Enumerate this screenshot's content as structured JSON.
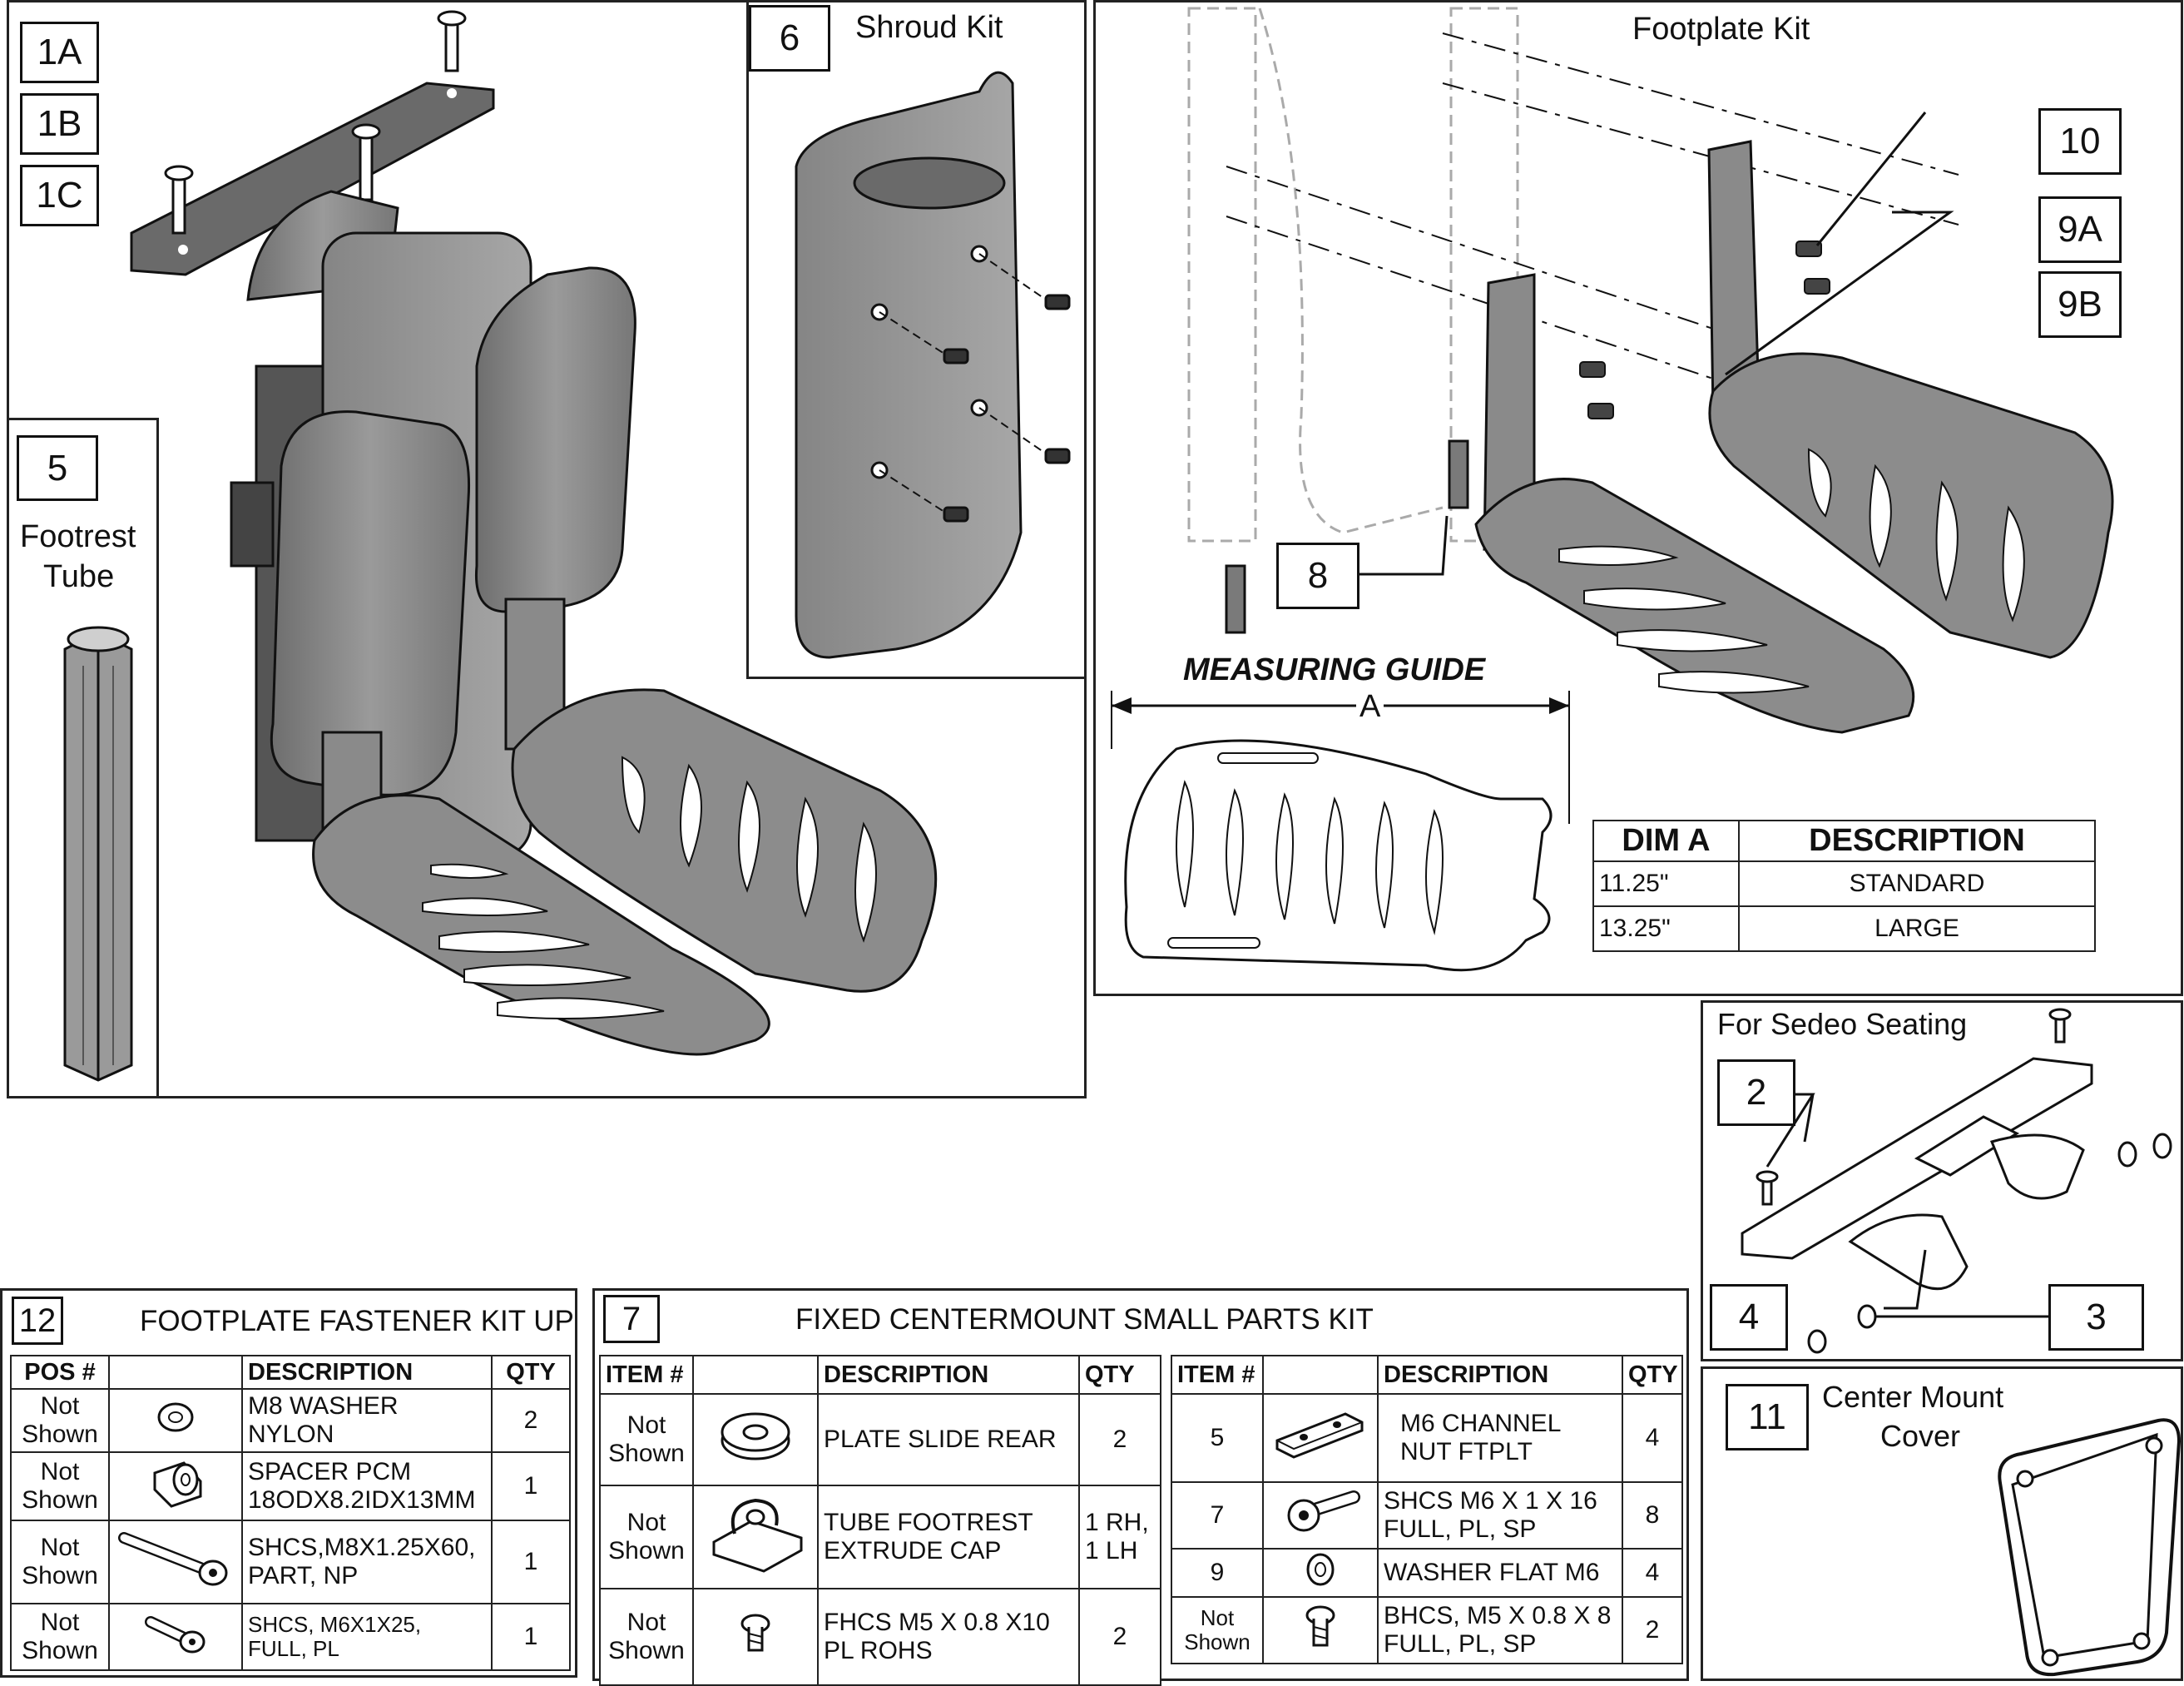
{
  "seating_panel": {
    "callouts": [
      "1A",
      "1B",
      "1C"
    ]
  },
  "footrest_tube": {
    "callout": "5",
    "title_line1": "Footrest",
    "title_line2": "Tube"
  },
  "shroud_kit": {
    "callout": "6",
    "title": "Shroud Kit"
  },
  "footplate_kit": {
    "title": "Footplate Kit",
    "callouts": {
      "c10": "10",
      "c9a": "9A",
      "c9b": "9B",
      "c8": "8"
    },
    "measuring_guide": "MEASURING GUIDE",
    "dim_label": "A",
    "dim_table": {
      "headers": [
        "DIM A",
        "DESCRIPTION"
      ],
      "rows": [
        [
          "11.25\"",
          "STANDARD"
        ],
        [
          "13.25\"",
          "LARGE"
        ]
      ]
    }
  },
  "sedeo": {
    "title": "For Sedeo Seating",
    "callouts": {
      "c2": "2",
      "c3": "3",
      "c4": "4"
    }
  },
  "center_mount_cover": {
    "callout": "11",
    "title_line1": "Center Mount",
    "title_line2": "Cover"
  },
  "kit12": {
    "callout": "12",
    "title": "FOOTPLATE FASTENER KIT UP",
    "headers": [
      "POS #",
      "",
      "DESCRIPTION",
      "QTY"
    ],
    "rows": [
      {
        "pos": "Not Shown",
        "icon": "washer-icon",
        "desc1": "M8 WASHER",
        "desc2": "NYLON",
        "qty": "2"
      },
      {
        "pos": "Not Shown",
        "icon": "spacer-icon",
        "desc1": "SPACER PCM",
        "desc2": "18ODX8.2IDX13MM",
        "qty": "1"
      },
      {
        "pos": "Not Shown",
        "icon": "long-screw-icon",
        "desc1": "SHCS,M8X1.25X60,",
        "desc2": "PART, NP",
        "qty": "1"
      },
      {
        "pos": "Not Shown",
        "icon": "short-screw-icon",
        "desc1": "SHCS, M6X1X25,",
        "desc2": "FULL, PL",
        "qty": "1"
      }
    ]
  },
  "kit7": {
    "callout": "7",
    "title": "FIXED CENTERMOUNT SMALL PARTS KIT",
    "headers": [
      "ITEM #",
      "",
      "DESCRIPTION",
      "QTY"
    ],
    "left_rows": [
      {
        "item": "Not Shown",
        "icon": "plate-slide-icon",
        "desc1": "PLATE SLIDE REAR",
        "desc2": "",
        "qty1": "2",
        "qty2": ""
      },
      {
        "item": "Not Shown",
        "icon": "extrude-cap-icon",
        "desc1": "TUBE FOOTREST",
        "desc2": "EXTRUDE CAP",
        "qty1": "1 RH,",
        "qty2": "1 LH"
      },
      {
        "item": "Not Shown",
        "icon": "flat-head-screw-icon",
        "desc1": "FHCS M5 X 0.8 X10",
        "desc2": "PL ROHS",
        "qty1": "2",
        "qty2": ""
      }
    ],
    "right_rows": [
      {
        "item": "5",
        "icon": "channel-nut-icon",
        "desc1": "M6 CHANNEL",
        "desc2": "NUT FTPLT",
        "qty": "4"
      },
      {
        "item": "7",
        "icon": "socket-screw-icon",
        "desc1": "SHCS M6 X 1 X 16",
        "desc2": "FULL, PL, SP",
        "qty": "8"
      },
      {
        "item": "9",
        "icon": "flat-washer-icon",
        "desc1": "WASHER FLAT M6",
        "desc2": "",
        "qty": "4"
      },
      {
        "item": "Not Shown",
        "icon": "button-head-screw-icon",
        "desc1": "BHCS, M5 X 0.8 X 8",
        "desc2": "FULL, PL, SP",
        "qty": "2"
      }
    ]
  }
}
